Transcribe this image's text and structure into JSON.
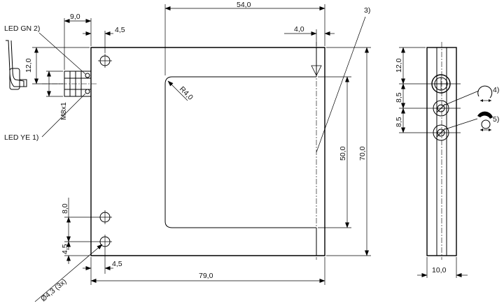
{
  "dims": {
    "d9": "9,0",
    "d4_5_top": "4,5",
    "d54": "54,0",
    "d4_0": "4,0",
    "d12_left": "12,0",
    "m8": "M8x1",
    "r4": "R4,0",
    "d50": "50,0",
    "d70": "70,0",
    "d8_0": "8,0",
    "d4_5_left": "4,5",
    "d4_5_bottom": "4,5",
    "d79": "79,0",
    "hole": "Ø4,3 (3x)",
    "d12_right": "12,0",
    "d8_5_a": "8,5",
    "d8_5_b": "8,5",
    "d10": "10,0"
  },
  "labels": {
    "led_gn": "LED GN 2)",
    "led_ye": "LED YE 1)",
    "n3": "3)",
    "n4": "4)",
    "n5": "5)"
  }
}
